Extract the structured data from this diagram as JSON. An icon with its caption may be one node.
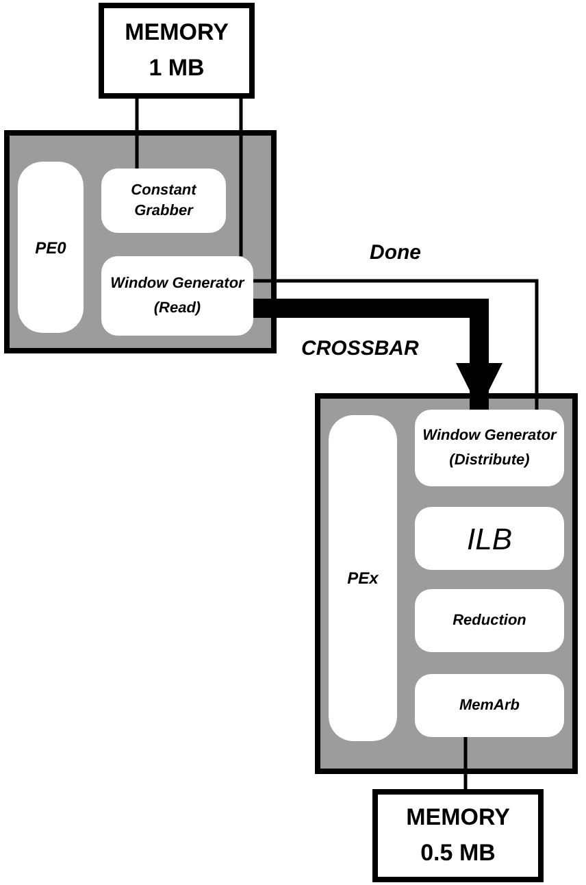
{
  "diagram": {
    "nodes": [
      {
        "text": [
          "MEMORY",
          "1 MB"
        ]
      },
      {
        "text": [],
        "shape": "box"
      },
      {
        "text": [
          "PE0"
        ],
        "in": 1
      },
      {
        "text": [
          "Constant Grabber"
        ],
        "in": 1
      },
      {
        "text": [
          "Window Generator",
          "(Read)"
        ],
        "in": 1
      },
      {
        "text": [],
        "shape": "box"
      },
      {
        "text": [
          "PEx"
        ],
        "in": 5
      },
      {
        "text": [
          "Window Generator",
          "(Distribute)"
        ],
        "in": 5
      },
      {
        "text": [
          "ILB"
        ],
        "in": 5
      },
      {
        "text": [
          "Reduction"
        ],
        "in": 5
      },
      {
        "text": [
          "MemArb"
        ],
        "in": 5
      },
      {
        "text": [
          "MEMORY",
          "0.5 MB"
        ]
      }
    ],
    "edges": [
      {
        "from": 0,
        "to": 3,
        "arrow": "none"
      },
      {
        "from": 0,
        "to": 4,
        "arrow": "none"
      },
      {
        "from": 4,
        "to": 7,
        "arrow": "to",
        "label": "CROSSBAR",
        "style": "thick"
      },
      {
        "from": 7,
        "to": 4,
        "arrow": "none",
        "label": "Done"
      },
      {
        "from": 10,
        "to": 11,
        "arrow": "none"
      }
    ]
  }
}
